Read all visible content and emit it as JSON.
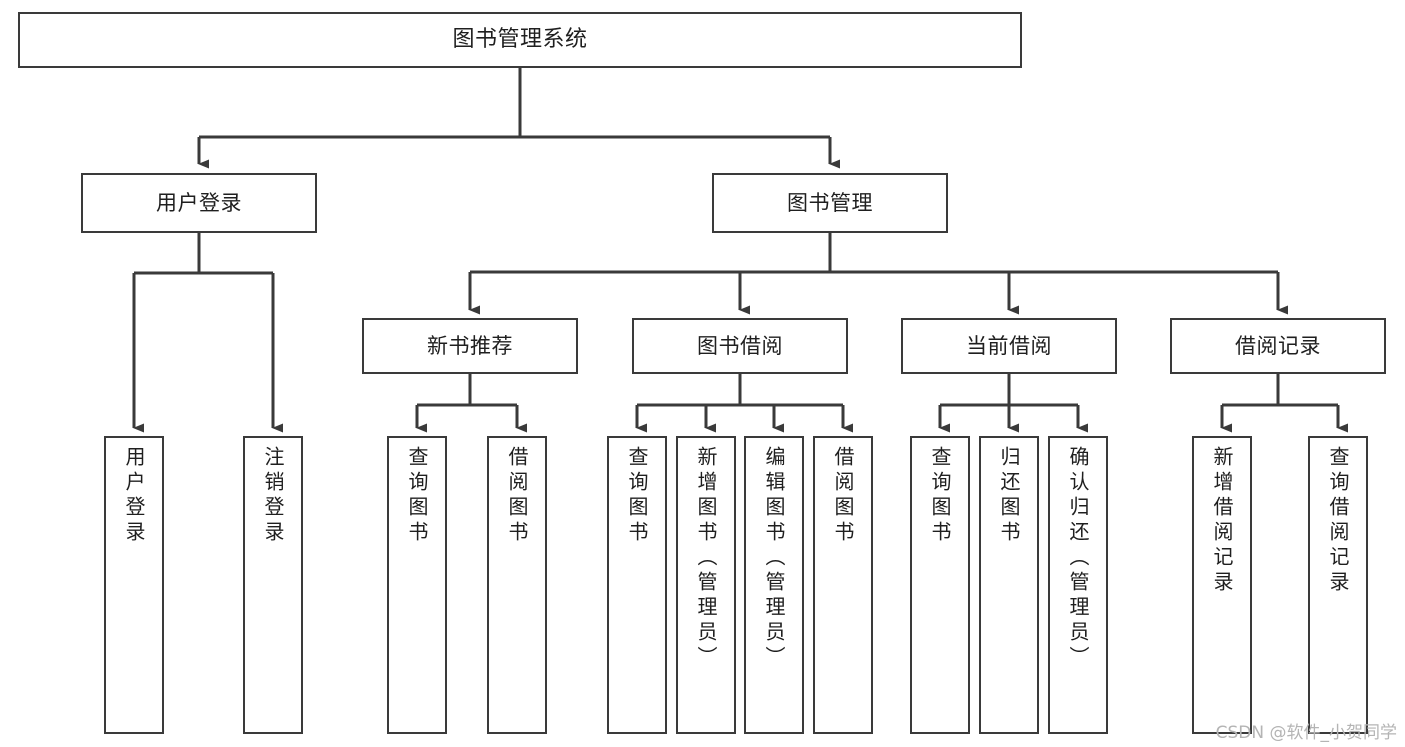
{
  "diagram": {
    "title": "图书管理系统",
    "type": "tree-hierarchy-diagram",
    "colors": {
      "box_border": "#3a3a3a",
      "box_fill": "#ffffff",
      "connector": "#3a3a3a",
      "text": "#1f1f1f",
      "watermark": "#b4b4b4",
      "background": "#ffffff"
    },
    "root": {
      "label": "图书管理系统"
    },
    "level2": [
      {
        "id": "user-login",
        "label": "用户登录"
      },
      {
        "id": "book-management",
        "label": "图书管理"
      }
    ],
    "level3": [
      {
        "id": "new-book-recommend",
        "label": "新书推荐"
      },
      {
        "id": "book-borrow",
        "label": "图书借阅"
      },
      {
        "id": "current-borrow",
        "label": "当前借阅"
      },
      {
        "id": "borrow-record",
        "label": "借阅记录"
      }
    ],
    "leaves": {
      "user_login": [
        {
          "id": "leaf-user-login",
          "label": "用户登录"
        },
        {
          "id": "leaf-logout-login",
          "label": "注销登录"
        }
      ],
      "new_book_recommend": [
        {
          "id": "leaf-query-book-1",
          "label": "查询图书"
        },
        {
          "id": "leaf-borrow-book-1",
          "label": "借阅图书"
        }
      ],
      "book_borrow": [
        {
          "id": "leaf-query-book-2",
          "label": "查询图书"
        },
        {
          "id": "leaf-add-book",
          "label": "新增图书（管理员）"
        },
        {
          "id": "leaf-edit-book",
          "label": "编辑图书（管理员）"
        },
        {
          "id": "leaf-borrow-book-2",
          "label": "借阅图书"
        }
      ],
      "current_borrow": [
        {
          "id": "leaf-query-book-3",
          "label": "查询图书"
        },
        {
          "id": "leaf-return-book",
          "label": "归还图书"
        },
        {
          "id": "leaf-confirm-return",
          "label": "确认归还（管理员）"
        }
      ],
      "borrow_record": [
        {
          "id": "leaf-add-record",
          "label": "新增借阅记录"
        },
        {
          "id": "leaf-query-record",
          "label": "查询借阅记录"
        }
      ]
    }
  },
  "watermark": {
    "text": "CSDN @软件_小贺同学"
  }
}
